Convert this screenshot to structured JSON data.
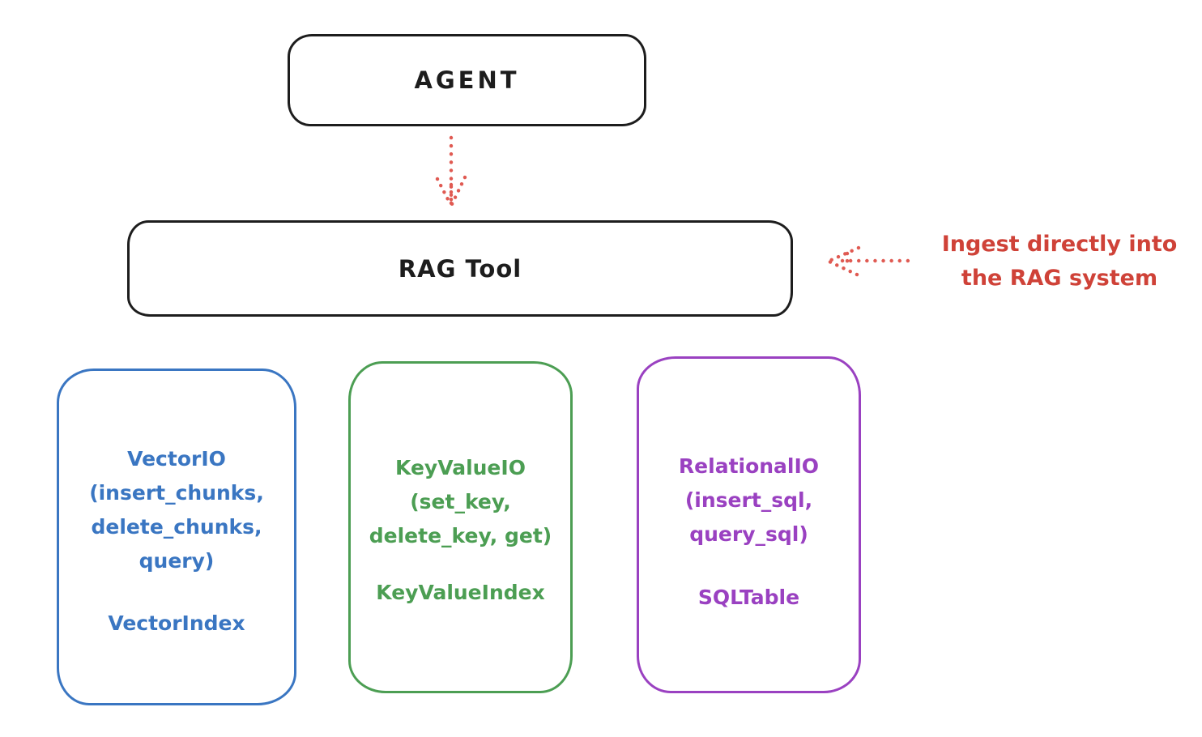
{
  "colors": {
    "bg": "#ffffff",
    "ink": "#1d1d1d",
    "blue": "#3a76c2",
    "green": "#4c9e53",
    "purple": "#9a41c1",
    "red": "#cf4238",
    "red-arrow": "#e05a52"
  },
  "nodes": {
    "agent": {
      "label": "AGENT"
    },
    "rag_tool": {
      "label": "RAG Tool"
    },
    "vector_io": {
      "title_lines": [
        "VectorIO",
        "(insert_chunks,",
        "delete_chunks,",
        "query)"
      ],
      "index_label": "VectorIndex"
    },
    "key_value_io": {
      "title_lines": [
        "KeyValueIO",
        "(set_key,",
        "delete_key, get)"
      ],
      "index_label": "KeyValueIndex"
    },
    "relational_io": {
      "title_lines": [
        "RelationalIO",
        "(insert_sql,",
        "query_sql)"
      ],
      "index_label": "SQLTable"
    }
  },
  "annotation": {
    "line1": "Ingest directly into",
    "line2": "the RAG system"
  },
  "arrows": [
    {
      "name": "agent-to-rag-tool",
      "style": "dotted",
      "direction": "down"
    },
    {
      "name": "annotation-to-rag-tool",
      "style": "dotted",
      "direction": "left"
    }
  ]
}
